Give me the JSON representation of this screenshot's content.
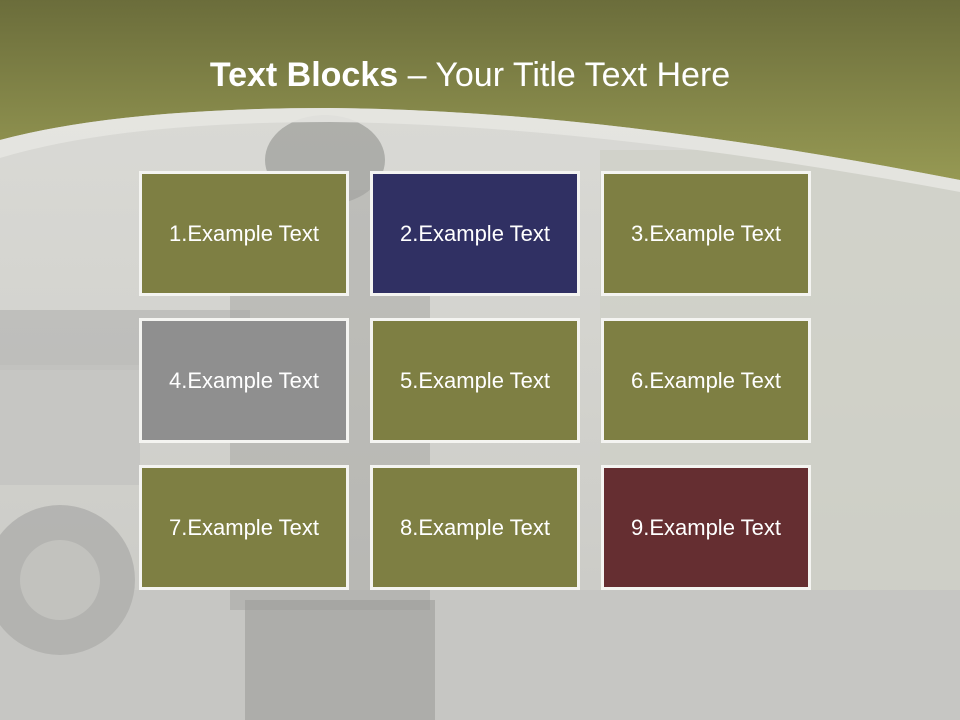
{
  "title": {
    "bold_part": "Text Blocks",
    "separator": " – ",
    "rest": "Your Title Text Here"
  },
  "blocks": [
    {
      "label": "1.Example Text",
      "color": "#7e7f43"
    },
    {
      "label": "2.Example Text",
      "color": "#303063"
    },
    {
      "label": "3.Example Text",
      "color": "#7e7f43"
    },
    {
      "label": "4.Example Text",
      "color": "#8f8f8f"
    },
    {
      "label": "5.Example Text",
      "color": "#7e7f43"
    },
    {
      "label": "6.Example Text",
      "color": "#7e7f43"
    },
    {
      "label": "7.Example Text",
      "color": "#7e7f43"
    },
    {
      "label": "8.Example Text",
      "color": "#7e7f43"
    },
    {
      "label": "9.Example Text",
      "color": "#652e31"
    }
  ],
  "colors": {
    "header_top": "#6d6f3c",
    "header_bottom": "#939651",
    "arc_white": "#d8d8d3",
    "arc_band": "#eeeee9"
  }
}
